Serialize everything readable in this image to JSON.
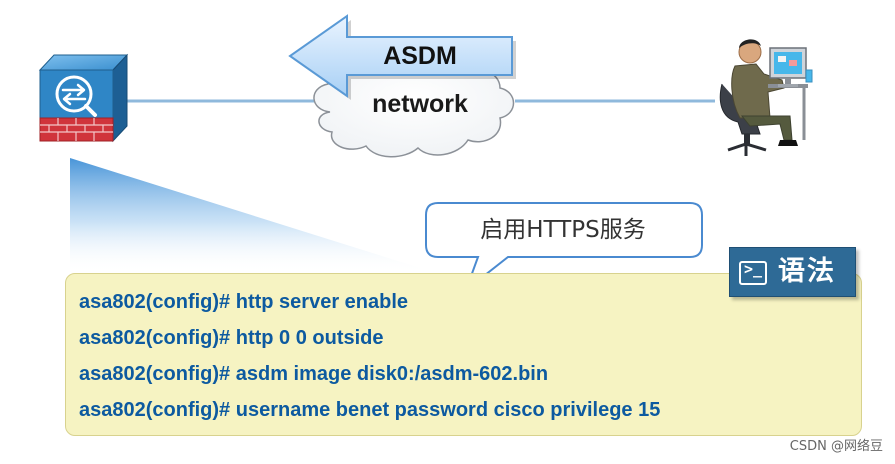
{
  "arrow": {
    "label": "ASDM"
  },
  "cloud": {
    "label": "network"
  },
  "callout": {
    "text": "启用HTTPS服务"
  },
  "syntax_badge": {
    "label": "语法",
    "icon": "terminal-icon",
    "prompt_glyph": ">_"
  },
  "commands": [
    "asa802(config)# http server enable",
    "asa802(config)# http 0 0 outside",
    "asa802(config)# asdm image disk0:/asdm-602.bin",
    "asa802(config)# username benet password cisco privilege 15"
  ],
  "watermark": "CSDN @网络豆",
  "icons": {
    "firewall": "firewall-icon",
    "user": "user-at-computer-icon",
    "cloud": "cloud-icon",
    "arrow": "left-arrow-icon"
  },
  "colors": {
    "command_text": "#0d5aa0",
    "command_box_bg": "#f6f3c2",
    "badge_bg": "#2e6a96",
    "arrow_fill": "#cfe6fb",
    "firewall_body": "#2f86c6",
    "firewall_brick": "#d0343b"
  }
}
